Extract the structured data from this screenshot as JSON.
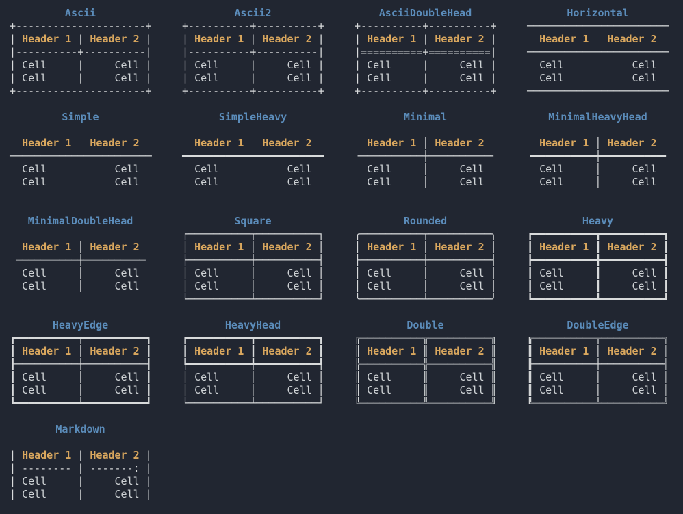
{
  "colors": {
    "background": "#212631",
    "title": "#5b8cba",
    "header": "#d9a75e",
    "cell": "#ced2d5",
    "border": "#d8dadb"
  },
  "common": {
    "header1": "Header 1",
    "header2": "Header 2",
    "cell": "Cell"
  },
  "styles": [
    {
      "title": "Ascii",
      "top": "+---------------------+",
      "hl": "| ",
      "hm": " | ",
      "hr": " |",
      "sep": "|----------+----------|",
      "rl": "| ",
      "rm": "     |     ",
      "rr": " |",
      "bottom": "+---------------------+"
    },
    {
      "title": "Ascii2",
      "top": "+----------+----------+",
      "hl": "| ",
      "hm": " | ",
      "hr": " |",
      "sep": "|----------+----------|",
      "rl": "| ",
      "rm": "     |     ",
      "rr": " |",
      "bottom": "+----------+----------+"
    },
    {
      "title": "AsciiDoubleHead",
      "top": "+----------+----------+",
      "hl": "| ",
      "hm": " | ",
      "hr": " |",
      "sep": "|==========+==========|",
      "rl": "| ",
      "rm": "     |     ",
      "rr": " |",
      "bottom": "+----------+----------+"
    },
    {
      "title": "Horizontal",
      "top": "───────────────────────",
      "hl": "  ",
      "hm": "   ",
      "hr": "  ",
      "sep": "───────────────────────",
      "rl": "  ",
      "rm": "           ",
      "rr": "  ",
      "bottom": "───────────────────────"
    },
    {
      "title": "Simple",
      "top": "",
      "hl": "  ",
      "hm": "   ",
      "hr": "  ",
      "sep": "───────────────────────",
      "rl": "  ",
      "rm": "           ",
      "rr": "  ",
      "bottom": ""
    },
    {
      "title": "SimpleHeavy",
      "top": "",
      "hl": "  ",
      "hm": "   ",
      "hr": "  ",
      "sep": "━━━━━━━━━━━━━━━━━━━━━━━",
      "rl": "  ",
      "rm": "           ",
      "rr": "  ",
      "bottom": ""
    },
    {
      "title": "Minimal",
      "top": "",
      "hl": "  ",
      "hm": " │ ",
      "hr": "  ",
      "sep": "╶──────────┼──────────╴",
      "rl": "  ",
      "rm": "     │     ",
      "rr": "  ",
      "bottom": ""
    },
    {
      "title": "MinimalHeavyHead",
      "top": "",
      "hl": "  ",
      "hm": " │ ",
      "hr": "  ",
      "sep": "╺━━━━━━━━━━┿━━━━━━━━━━╸",
      "rl": "  ",
      "rm": "     │     ",
      "rr": "  ",
      "bottom": ""
    },
    {
      "title": "MinimalDoubleHead",
      "top": "",
      "hl": "  ",
      "hm": " │ ",
      "hr": "  ",
      "sep": " ══════════╪══════════ ",
      "rl": "  ",
      "rm": "     │     ",
      "rr": "  ",
      "bottom": ""
    },
    {
      "title": "Square",
      "top": "┌──────────┬──────────┐",
      "hl": "│ ",
      "hm": " │ ",
      "hr": " │",
      "sep": "├──────────┼──────────┤",
      "rl": "│ ",
      "rm": "     │     ",
      "rr": " │",
      "bottom": "└──────────┴──────────┘"
    },
    {
      "title": "Rounded",
      "top": "╭──────────┬──────────╮",
      "hl": "│ ",
      "hm": " │ ",
      "hr": " │",
      "sep": "├──────────┼──────────┤",
      "rl": "│ ",
      "rm": "     │     ",
      "rr": " │",
      "bottom": "╰──────────┴──────────╯"
    },
    {
      "title": "Heavy",
      "top": "┏━━━━━━━━━━┳━━━━━━━━━━┓",
      "hl": "┃ ",
      "hm": " ┃ ",
      "hr": " ┃",
      "sep": "┣━━━━━━━━━━╋━━━━━━━━━━┫",
      "rl": "┃ ",
      "rm": "     ┃     ",
      "rr": " ┃",
      "bottom": "┗━━━━━━━━━━┻━━━━━━━━━━┛"
    },
    {
      "title": "HeavyEdge",
      "top": "┏━━━━━━━━━━┯━━━━━━━━━━┓",
      "hl": "┃ ",
      "hm": " │ ",
      "hr": " ┃",
      "sep": "┠──────────┼──────────┨",
      "rl": "┃ ",
      "rm": "     │     ",
      "rr": " ┃",
      "bottom": "┗━━━━━━━━━━┷━━━━━━━━━━┛"
    },
    {
      "title": "HeavyHead",
      "top": "┏━━━━━━━━━━┳━━━━━━━━━━┓",
      "hl": "┃ ",
      "hm": " ┃ ",
      "hr": " ┃",
      "sep": "┡━━━━━━━━━━╇━━━━━━━━━━┩",
      "rl": "│ ",
      "rm": "     │     ",
      "rr": " │",
      "bottom": "└──────────┴──────────┘"
    },
    {
      "title": "Double",
      "top": "╔══════════╦══════════╗",
      "hl": "║ ",
      "hm": " ║ ",
      "hr": " ║",
      "sep": "╠══════════╬══════════╣",
      "rl": "║ ",
      "rm": "     ║     ",
      "rr": " ║",
      "bottom": "╚══════════╩══════════╝"
    },
    {
      "title": "DoubleEdge",
      "top": "╔══════════╤══════════╗",
      "hl": "║ ",
      "hm": " │ ",
      "hr": " ║",
      "sep": "╟──────────┼──────────╢",
      "rl": "║ ",
      "rm": "     │     ",
      "rr": " ║",
      "bottom": "╚══════════╧══════════╝"
    },
    {
      "title": "Markdown",
      "top": "",
      "hl": "| ",
      "hm": " | ",
      "hr": " |",
      "sep": "| -------- | -------: |",
      "rl": "| ",
      "rm": "     |     ",
      "rr": " |",
      "bottom": ""
    }
  ]
}
